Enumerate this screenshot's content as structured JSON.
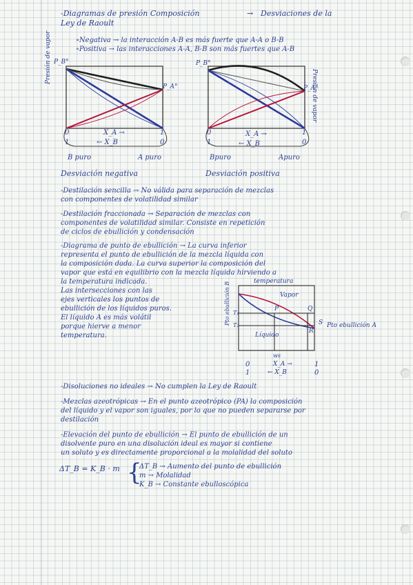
{
  "colors": {
    "ink": "#2a3f8f",
    "pencil": "#3a3a3a",
    "red": "#b5123a",
    "dark": "#1e1e1e",
    "blue": "#2b3a9a"
  },
  "icons": {
    "arrow": "right-arrow-icon"
  },
  "sections": {
    "raoult": {
      "heading": "-Diagramas de presión Composición",
      "arrow": "→",
      "result": "Desviaciones de la",
      "result2": "Ley de Raoult",
      "neg": "∘Negativa → la interacción A-B es más fuerte que A-A o B-B",
      "pos": "∘Positiva → las interacciones A-A, B-B son más fuertes que A-B"
    },
    "destilacion_sencilla": {
      "line1": "-Destilación sencilla → No válida para separación de mezclas",
      "line2": "con componentes de volatilidad similar"
    },
    "destilacion_fraccionada": {
      "line1": "-Destilación fraccionada → Separación de mezclas con",
      "line2": "componentes de volatilidad similar. Consiste en repetición",
      "line3": "de ciclos de ebullición y condensación"
    },
    "ebullicion": {
      "line1": "-Diagrama de punto de ebullición → La curva inferior",
      "line2": "representa el punto de ebullición de la mezcla líquida con",
      "line3": "la composición dada. La curva superior la composición del",
      "line4": "vapor que está en equilibrio con la mezcla líquida hirviendo a",
      "line5": "la temperatura indicada.",
      "line6": "Las intersecciones con las",
      "line7": "ejes verticales los puntos de",
      "line8": "ebullición de los líquidos puros.",
      "line9": "El líquido A es más volátil",
      "line10": "porque hierve a menor",
      "line11": "temperatura."
    },
    "no_ideales": {
      "line1": "-Disoluciones no ideales → No cumplen la Ley de Raoult"
    },
    "azeotropicas": {
      "line1": "-Mezclas azeotrópicas → En el punto azeotrópico (PA) la composición",
      "line2": "del líquido y el vapor son iguales, por lo que no pueden separarse por",
      "line3": "destilación"
    },
    "elevacion": {
      "line1": "-Elevación del punto de ebullición → El punto de ebullición de un",
      "line2": "disolvente puro en una disolución ideal es mayor si contiene",
      "line3": "un soluto y es directamente proporcional a la molalidad del soluto",
      "formula": "ΔT_B = K_B · m",
      "def1": "ΔT_B → Aumento del punto de ebullición",
      "def2": "m → Molalidad",
      "def3": "K_B → Constante ebulloscópica"
    }
  },
  "diagram_neg": {
    "caption": "Desviación negativa",
    "pb": "P_B°",
    "pa": "P_A°",
    "ylabel": "Presión de vapor",
    "x0": "0",
    "x1": "1",
    "b1": "1",
    "b0": "0",
    "xa": "X_A →",
    "xb": "← X_B",
    "bpuro": "B puro",
    "apuro": "A puro"
  },
  "diagram_pos": {
    "caption": "Desviación positiva",
    "pb": "P_B°",
    "pa": "P_A°",
    "ylabel": "Presión de vapor",
    "x0": "0",
    "x1": "1",
    "b1": "1",
    "b0": "0",
    "xa": "X_A →",
    "xb": "← X_B",
    "bpuro": "Bpuro",
    "apuro": "Apuro"
  },
  "diagram_boil": {
    "top": "temperatura",
    "yleft": "Pto ebullición B",
    "vapor": "Vapor",
    "liquido": "Líquido",
    "p": "P",
    "q": "Q",
    "r": "R",
    "s": "S",
    "t1": "T₁",
    "t2": "T₂",
    "right": "Pto ebullición A",
    "ws": "ws",
    "x0": "0",
    "x1": "1",
    "b1": "1",
    "b0": "0",
    "xa": "X_A →",
    "xb": "← X_B"
  }
}
